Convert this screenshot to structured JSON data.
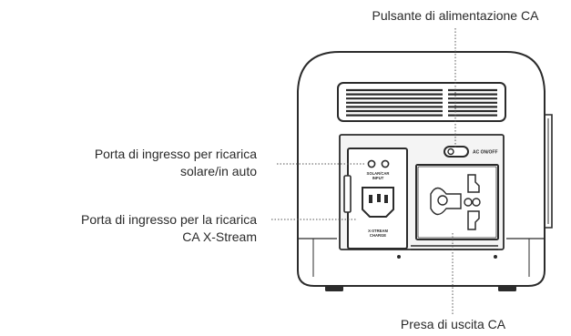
{
  "callouts": {
    "ac_power_button": "Pulsante di alimentazione CA",
    "solar_car_input_line1": "Porta di ingresso per ricarica",
    "solar_car_input_line2": "solare/in auto",
    "xstream_input_line1": "Porta di ingresso per la ricarica",
    "xstream_input_line2": "CA X-Stream",
    "ac_output": "Presa di uscita CA"
  },
  "panel_labels": {
    "solar_car_input_1": "SOLAR/CAR",
    "solar_car_input_2": "INPUT",
    "xstream_charge_1": "X-STREAM",
    "xstream_charge_2": "CHARGE",
    "ac_on_off": "AC ON/OFF"
  },
  "colors": {
    "body_stroke": "#2b2b2b",
    "panel_fill": "#f4f4f4",
    "leader_line": "#555555"
  }
}
